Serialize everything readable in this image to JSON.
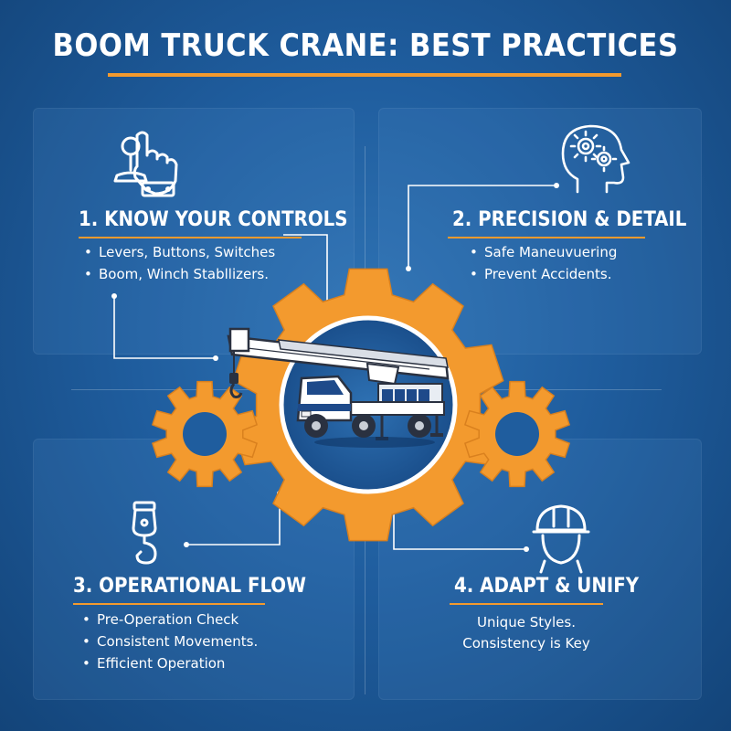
{
  "title": "BOOM TRUCK CRANE: BEST PRACTICES",
  "colors": {
    "accent": "#f39a2e",
    "background": "#1f5d9e",
    "text": "#ffffff",
    "truck_cab": "#1e4a8a"
  },
  "icons": {
    "controls": "hand-joystick-icon",
    "precision": "head-gears-icon",
    "flow": "crane-hook-icon",
    "adapt": "hard-hat-worker-icon",
    "center": "gear-with-boom-truck-crane"
  },
  "sections": [
    {
      "title": "1. KNOW YOUR CONTROLS",
      "items": [
        "Levers, Buttons, Switches",
        "Boom, Winch Stabllizers."
      ]
    },
    {
      "title": "2. PRECISION & DETAIL",
      "items": [
        "Safe Maneuvuering",
        "Prevent Accidents."
      ]
    },
    {
      "title": "3. OPERATIONAL FLOW",
      "items": [
        "Pre-Operation Check",
        "Consistent Movements.",
        "Efficient Operation"
      ]
    },
    {
      "title": "4. ADAPT & UNIFY",
      "lines": [
        "Unique Styles.",
        "Consistency is Key"
      ]
    }
  ]
}
